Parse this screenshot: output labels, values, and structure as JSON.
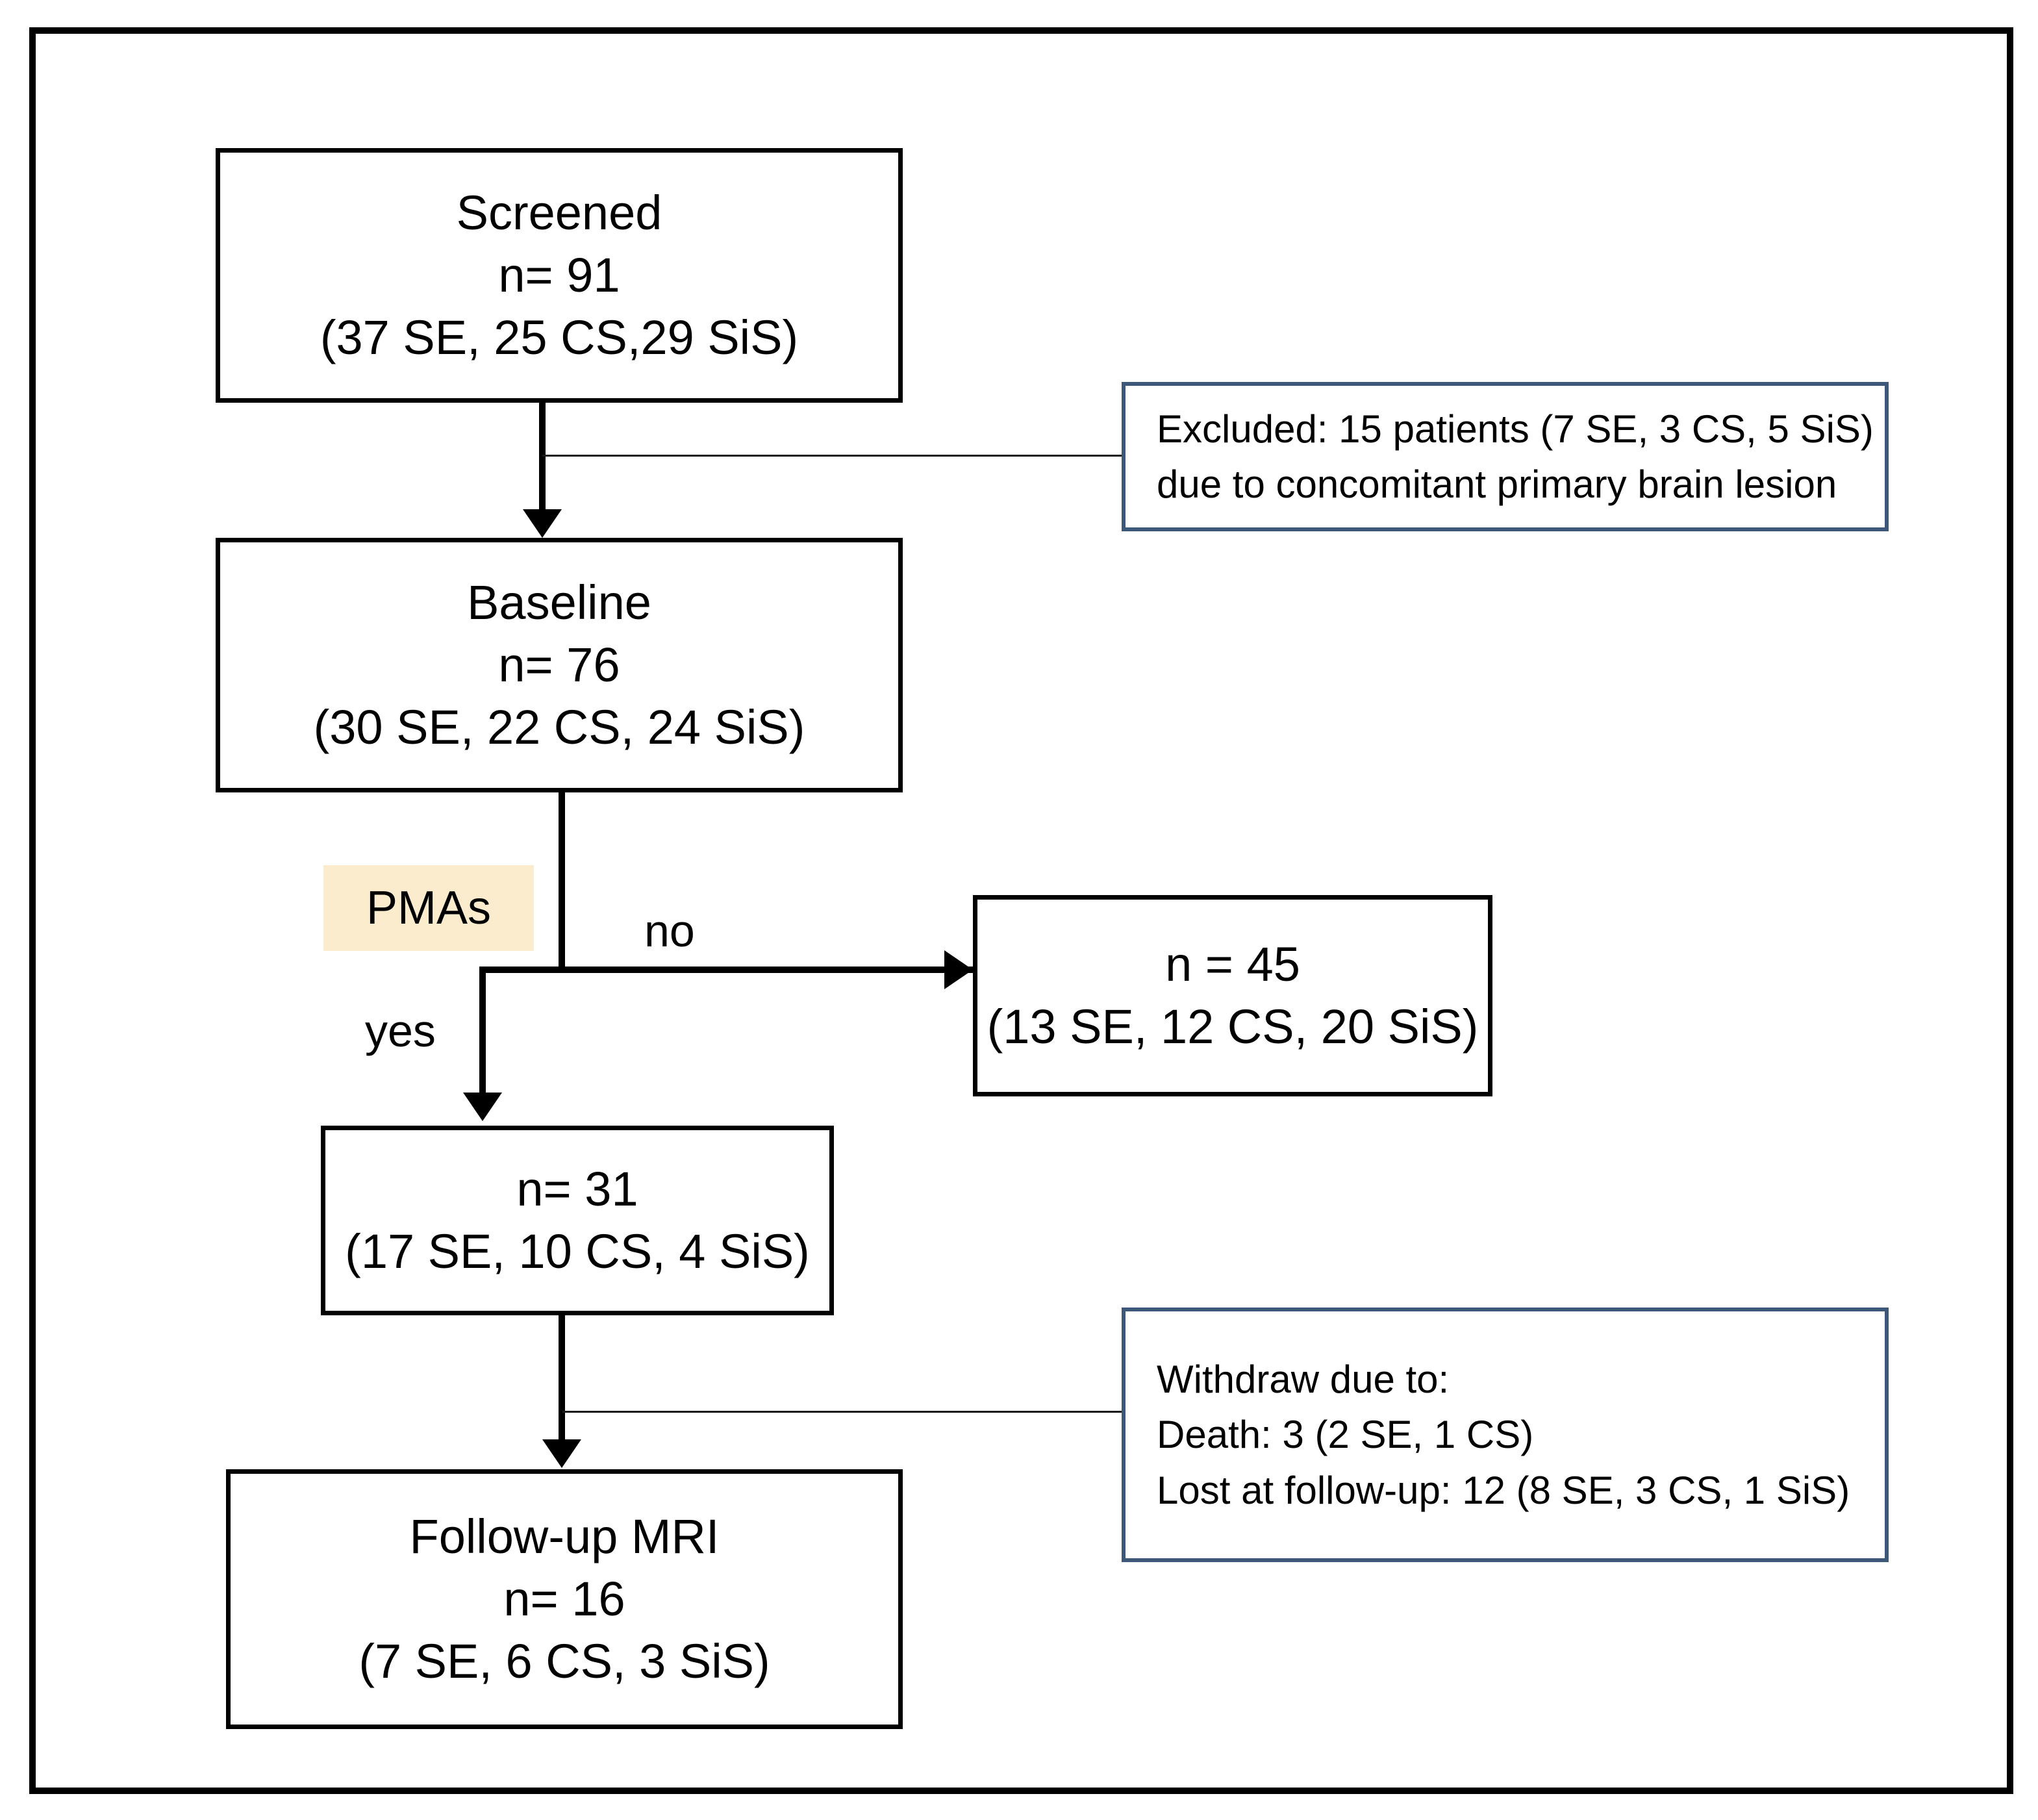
{
  "diagram": {
    "title": "Study participant flow diagram",
    "colors": {
      "frame": "#000000",
      "node_border": "#000000",
      "annotation_border": "#3e587a",
      "highlight": "#fbeccd",
      "text": "#000000",
      "background": "#ffffff"
    },
    "nodes": {
      "screened": {
        "lines": [
          "Screened",
          "n= 91",
          "(37 SE, 25 CS,29 SiS)"
        ],
        "title": "Screened",
        "n_label": "n= 91",
        "breakdown": "(37 SE, 25 CS,29 SiS)"
      },
      "baseline": {
        "lines": [
          "Baseline",
          "n= 76",
          "(30 SE, 22 CS, 24 SiS)"
        ],
        "title": "Baseline",
        "n_label": "n= 76",
        "breakdown": "(30 SE, 22 CS, 24 SiS)"
      },
      "no_branch": {
        "lines": [
          "n = 45",
          "(13 SE, 12 CS, 20 SiS)"
        ],
        "n_label": "n = 45",
        "breakdown": "(13 SE, 12 CS, 20 SiS)"
      },
      "yes_branch": {
        "lines": [
          "n= 31",
          "(17 SE, 10 CS, 4 SiS)"
        ],
        "n_label": "n= 31",
        "breakdown": "(17 SE, 10 CS, 4 SiS)"
      },
      "followup": {
        "lines": [
          "Follow-up MRI",
          "n= 16",
          "(7 SE, 6 CS, 3 SiS)"
        ],
        "title": "Follow-up MRI",
        "n_label": "n= 16",
        "breakdown": "(7 SE, 6 CS, 3 SiS)"
      }
    },
    "annotations": {
      "excluded": {
        "lines": [
          "Excluded: 15 patients (7 SE, 3 CS, 5 SiS)",
          "due to concomitant primary brain lesion"
        ]
      },
      "withdraw": {
        "lines": [
          "Withdraw due to:",
          "Death: 3 (2 SE, 1 CS)",
          "Lost at follow-up: 12 (8 SE, 3 CS, 1 SiS)"
        ]
      }
    },
    "labels": {
      "decision": "PMAs",
      "branch_no": "no",
      "branch_yes": "yes"
    }
  }
}
